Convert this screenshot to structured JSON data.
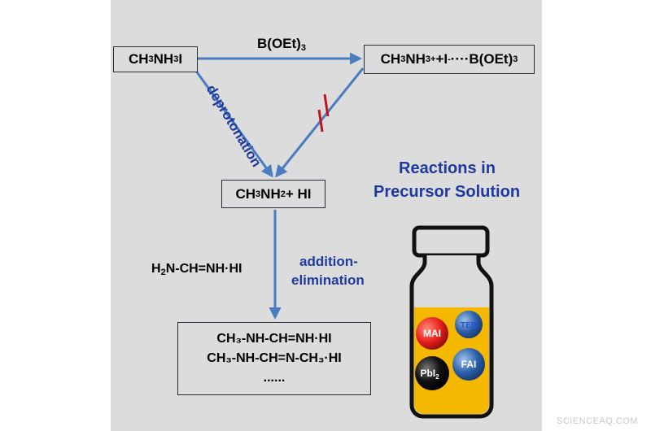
{
  "boxes": {
    "start": {
      "main": "CH",
      "s1": "3",
      "mid": "NH",
      "s2": "3",
      "end": "I"
    },
    "complex": {
      "a": "CH",
      "s1": "3",
      "b": "NH",
      "s2": "3",
      "sup1": "+",
      "c": "+I",
      "sup2": "-",
      "d": "····B(OEt)",
      "s3": "3"
    },
    "amine": {
      "a": "CH",
      "s1": "3",
      "b": "NH",
      "s2": "2",
      "c": "+ HI"
    },
    "products": {
      "line1": "CH₃-NH-CH=NH·HI",
      "line2": "CH₃-NH-CH=N-CH₃·HI",
      "line3": "......"
    }
  },
  "labels": {
    "reagent": {
      "a": "B(OEt)",
      "s": "3"
    },
    "deprotonation": "deprotonation",
    "addition_line1": "addition-",
    "addition_line2": "elimination",
    "formamidine": {
      "a": "H",
      "s": "2",
      "b": "N-CH=NH·HI"
    },
    "title_line1": "Reactions in",
    "title_line2": "Precursor Solution"
  },
  "bottle": {
    "balls": [
      {
        "label": "MAI",
        "color": "#e8201c"
      },
      {
        "label": "TEB",
        "color": "#2a5fa8"
      },
      {
        "label": "PbI",
        "sub": "2",
        "color": "#111111"
      },
      {
        "label": "FAI",
        "color": "#2a5fa8"
      }
    ],
    "liquid_color": "#f5b800"
  },
  "colors": {
    "arrow": "#4a7dc0",
    "blocked_mark": "#c0141c",
    "text_blue": "#1f3a9e"
  },
  "watermark": "SCIENCEAQ.COM"
}
